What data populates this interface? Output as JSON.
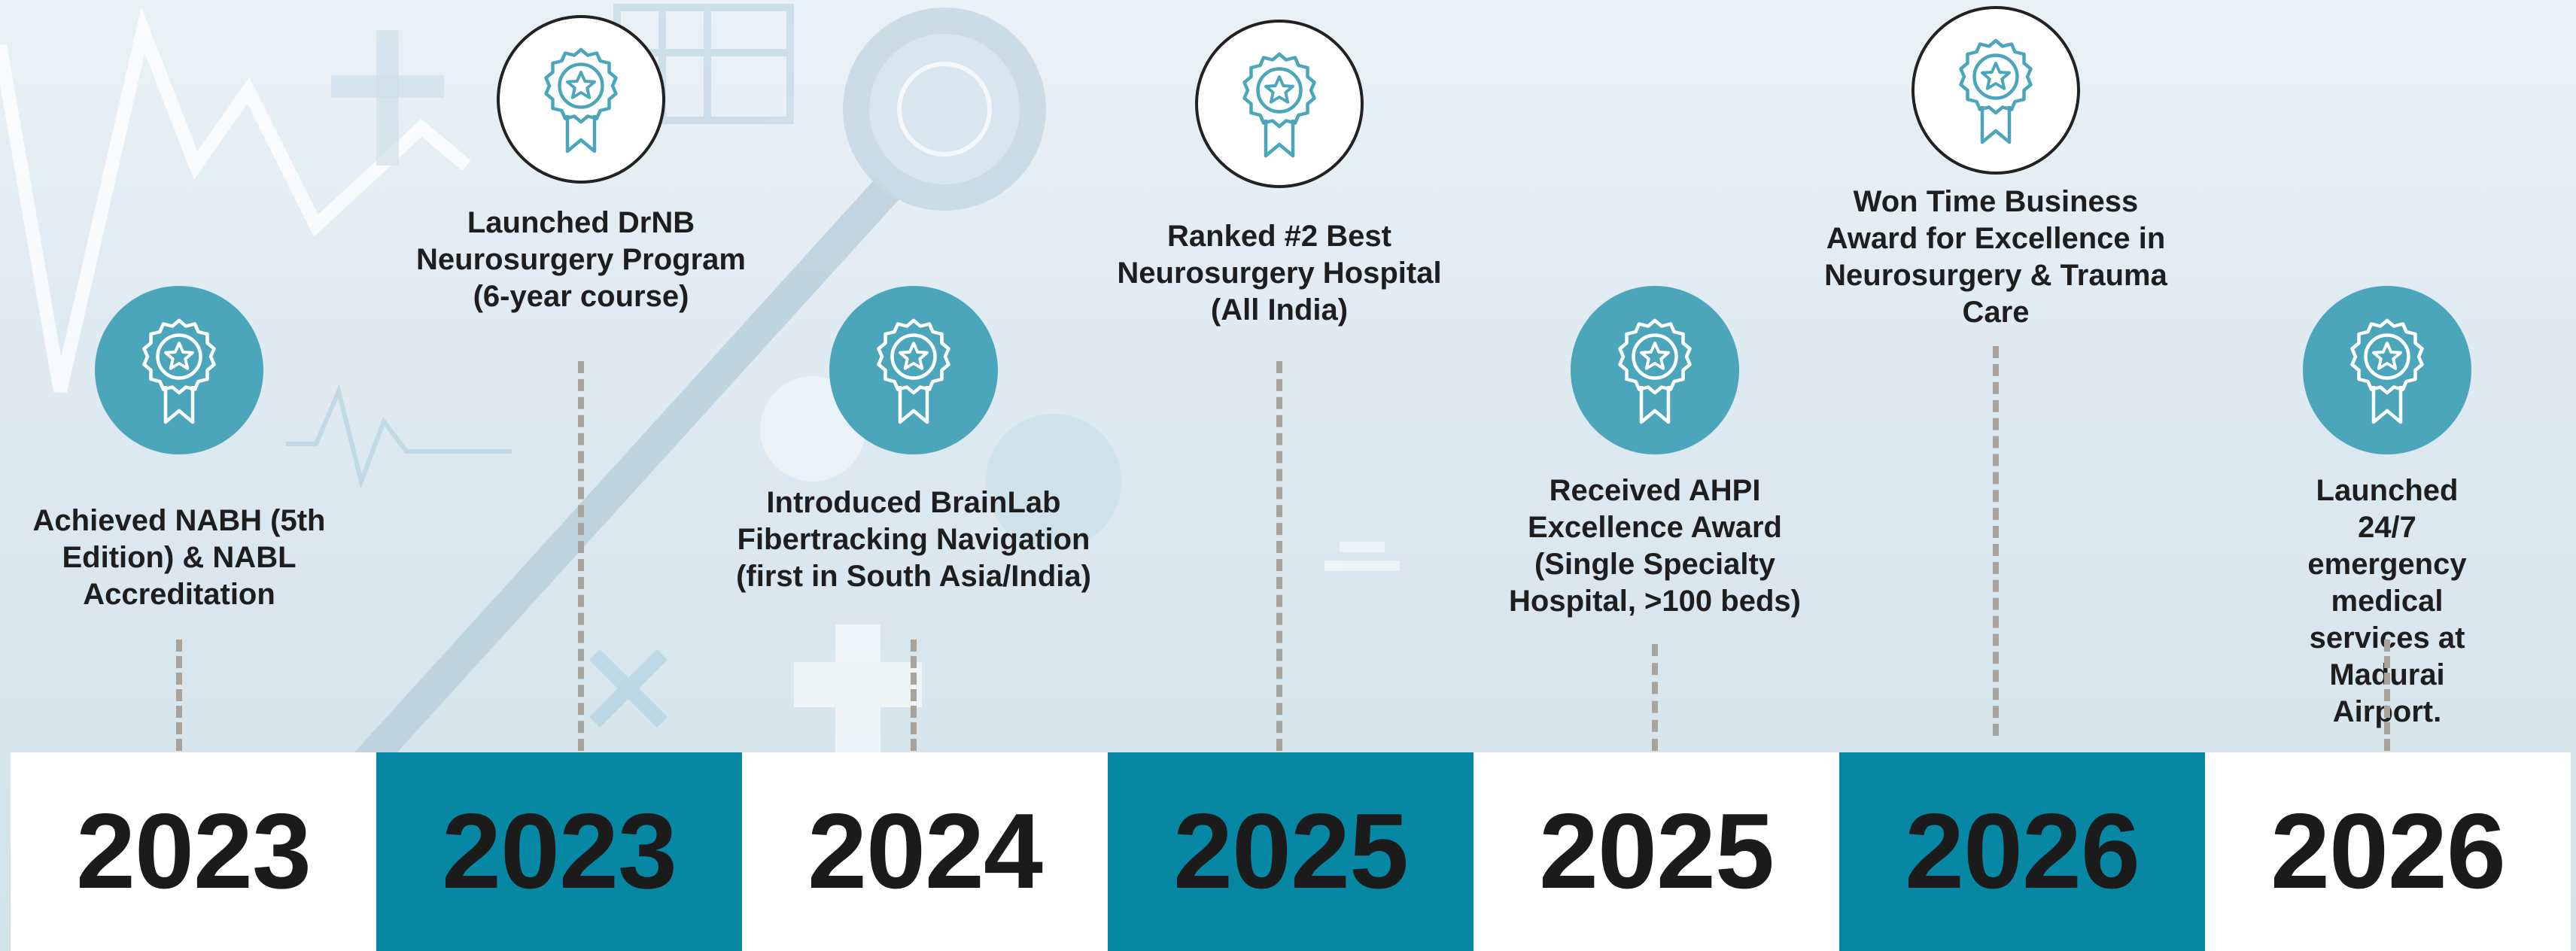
{
  "colors": {
    "teal_badge": "#4ba6bc",
    "dark_band": "#0687a4",
    "light_band": "#ffffff",
    "connector": "#a9a49b",
    "text": "#1e1e1e"
  },
  "icon": "award-ribbon-star-icon",
  "milestones": [
    {
      "text": "Achieved NABH (5th\nEdition) & NABL\nAccreditation",
      "year": "2023"
    },
    {
      "text": "Launched DrNB\nNeurosurgery Program\n(6-year course)",
      "year": "2023"
    },
    {
      "text": "Introduced BrainLab\nFibertracking Navigation\n(first in South Asia/India)",
      "year": "2024"
    },
    {
      "text": "Ranked #2 Best\nNeurosurgery Hospital\n(All India)",
      "year": "2025"
    },
    {
      "text": "Received AHPI\nExcellence Award\n(Single Specialty\nHospital, >100 beds)",
      "year": "2025"
    },
    {
      "text": "Won Time Business\nAward for Excellence in\nNeurosurgery & Trauma\nCare",
      "year": "2026"
    },
    {
      "text": "Launched 24/7\nemergency medical\nservices at Madurai\nAirport.",
      "year": "2026"
    }
  ]
}
